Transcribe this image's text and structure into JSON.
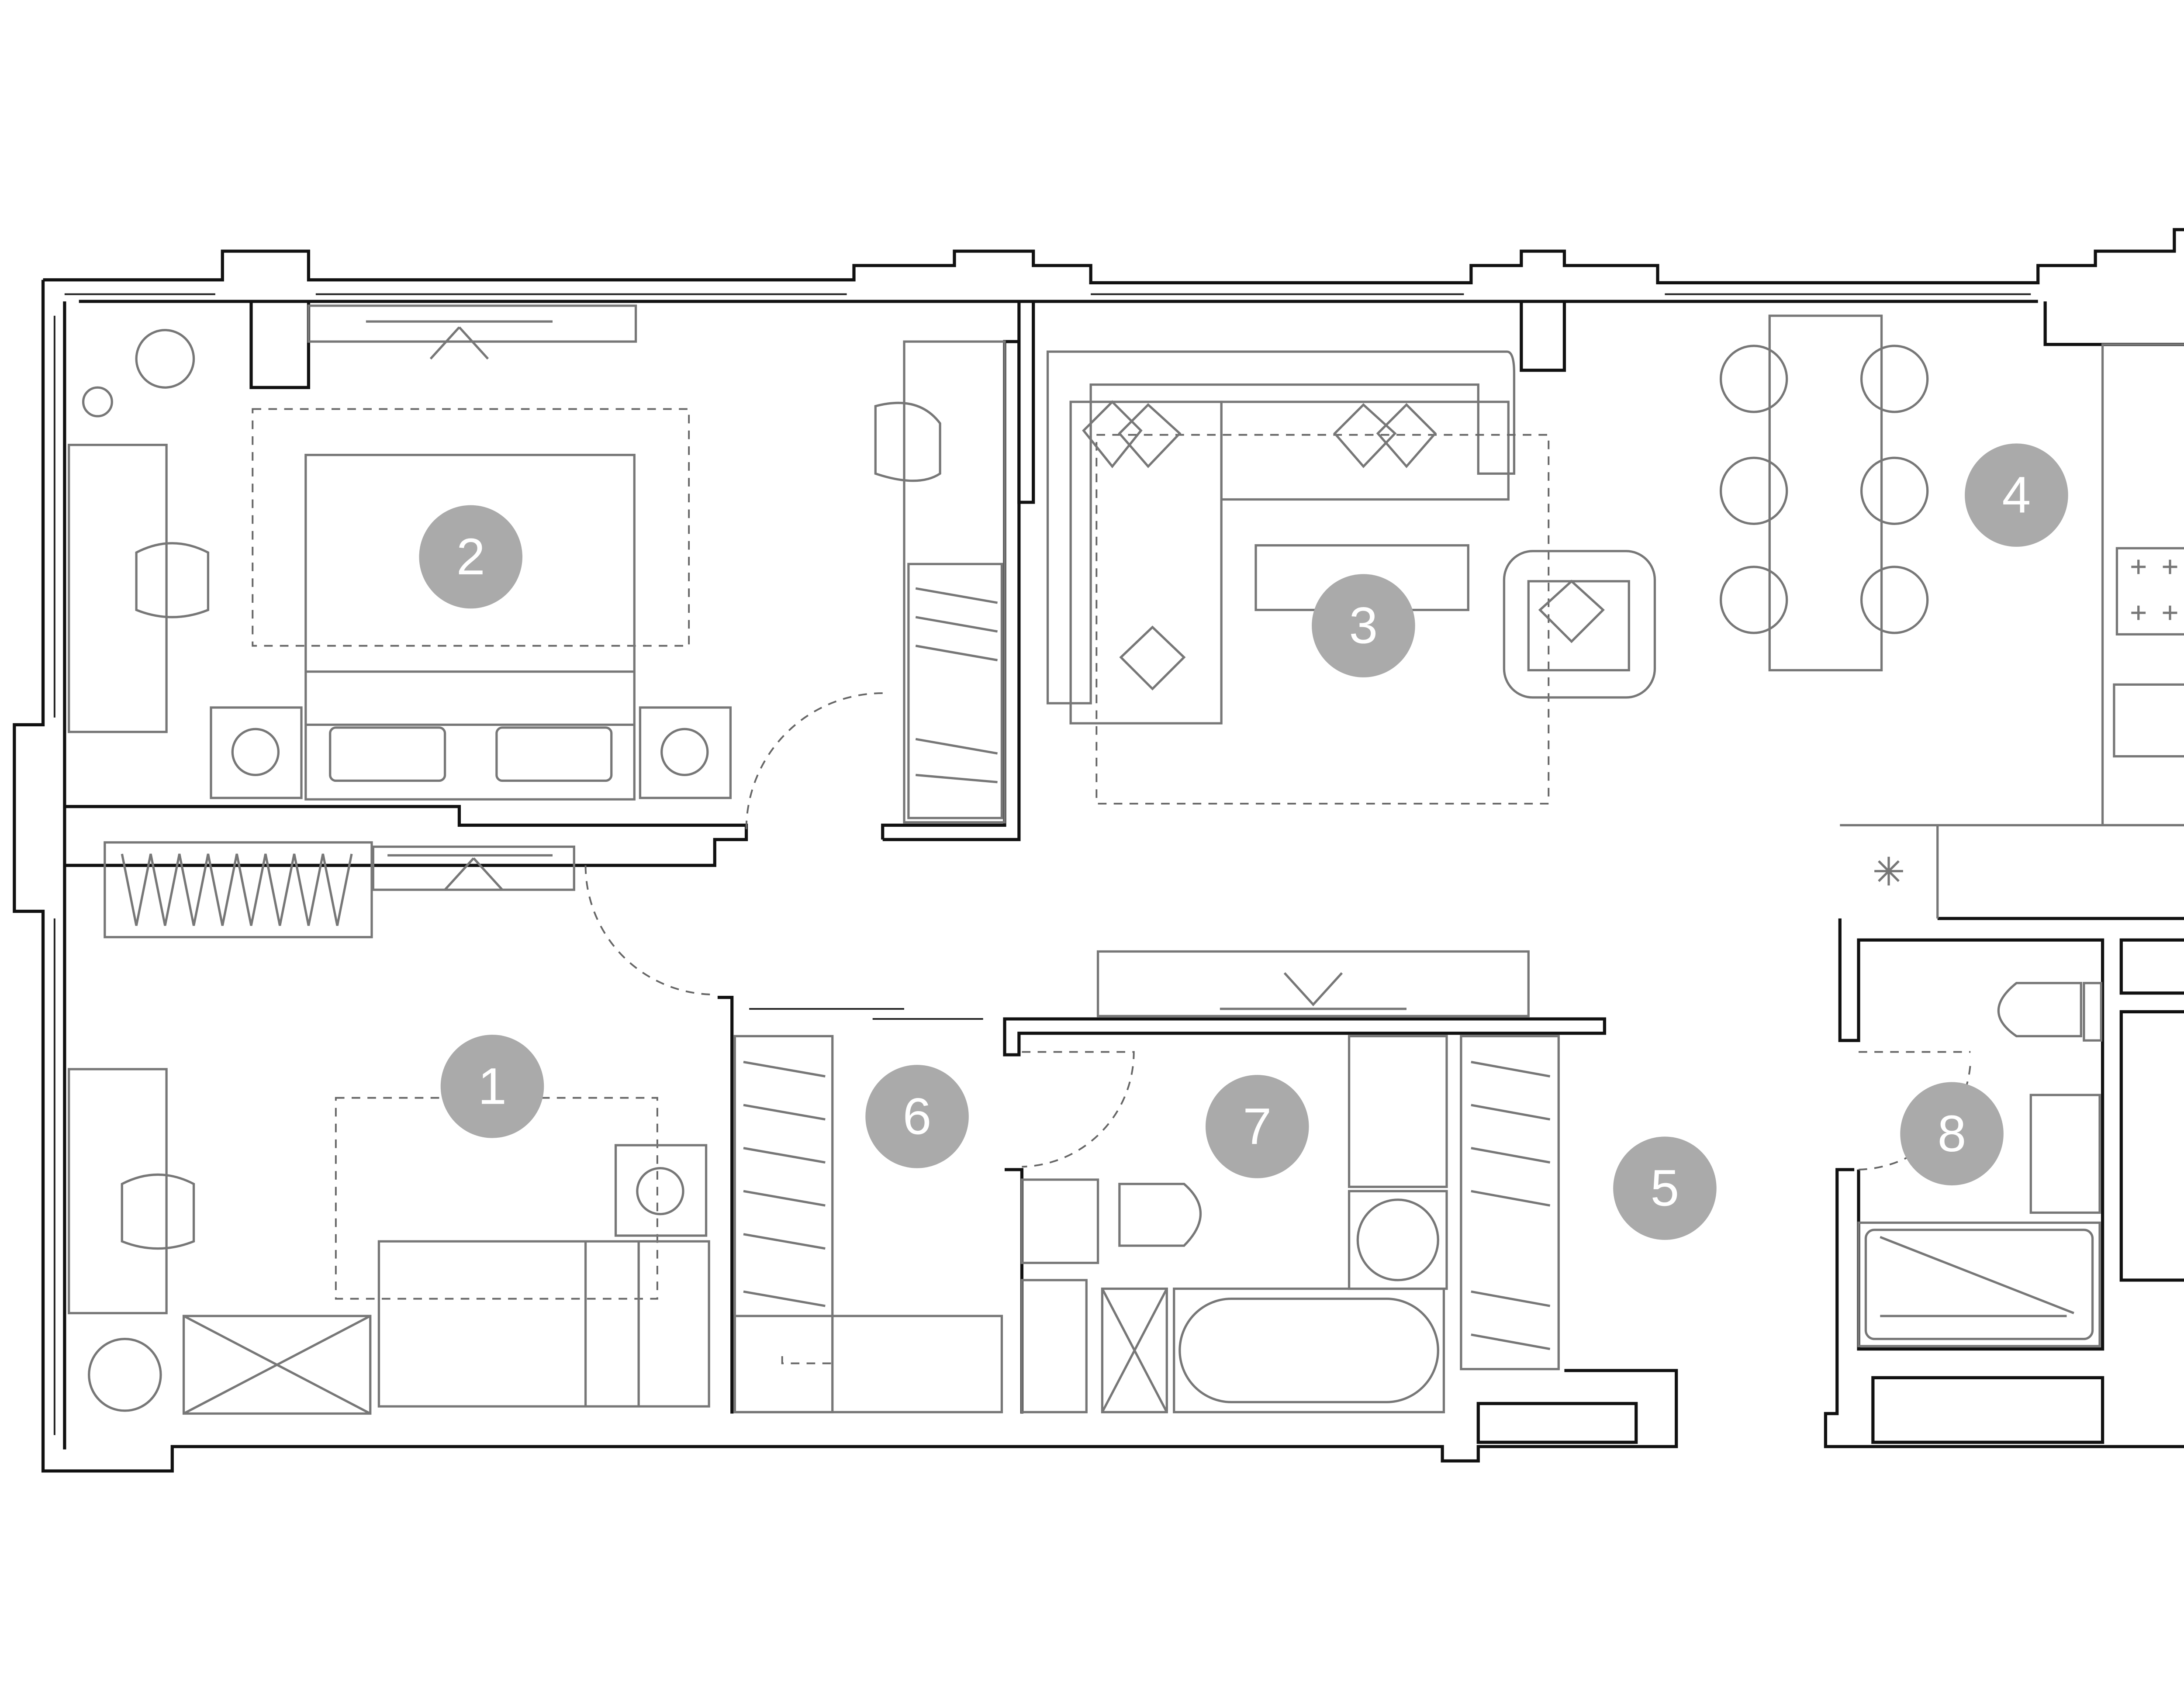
{
  "plan": {
    "rooms": [
      {
        "number": "1"
      },
      {
        "number": "2"
      },
      {
        "number": "3"
      },
      {
        "number": "4"
      },
      {
        "number": "5"
      },
      {
        "number": "6"
      },
      {
        "number": "7"
      },
      {
        "number": "8"
      }
    ],
    "colors": {
      "wall": "#111111",
      "furniture": "#777777",
      "badge": "#aaaaaa"
    }
  }
}
